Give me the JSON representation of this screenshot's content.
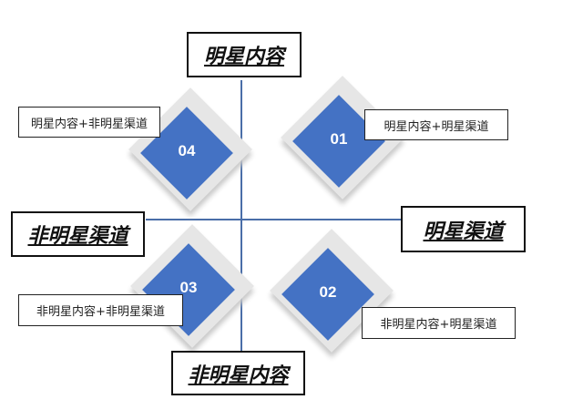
{
  "axes": {
    "top": "明星内容",
    "bottom": "非明星内容",
    "left": "非明星渠道",
    "right": "明星渠道"
  },
  "quadrants": [
    {
      "number": "01",
      "label": "明星内容+明星渠道"
    },
    {
      "number": "02",
      "label": "非明星内容+明星渠道"
    },
    {
      "number": "03",
      "label": "非明星内容+非明星渠道"
    },
    {
      "number": "04",
      "label": "明星内容+非明星渠道"
    }
  ],
  "colors": {
    "diamond": "#4472c4",
    "axis_line": "#4a6ea8"
  }
}
